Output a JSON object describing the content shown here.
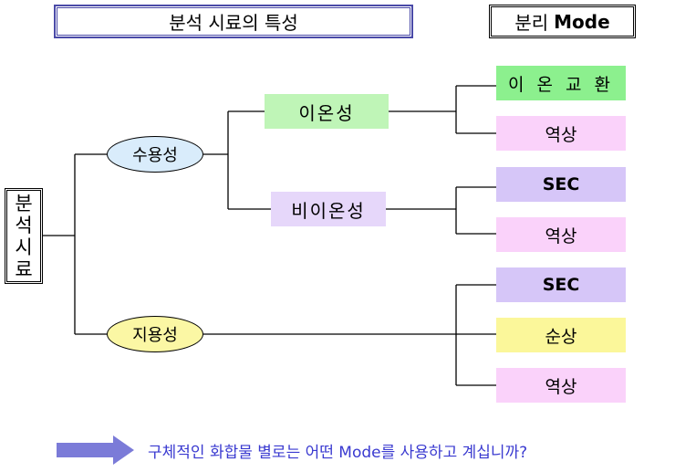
{
  "header": {
    "title": "분석 시료의 특성",
    "mode_prefix": "분리",
    "mode_word": "Mode"
  },
  "root": {
    "chars": [
      "분",
      "석",
      "시",
      "료"
    ]
  },
  "branches": {
    "soluble": "수용성",
    "insoluble": "지용성",
    "ionic": "이온성",
    "nonionic": "비이온성"
  },
  "modes": {
    "ion_exchange": "이 온 교 환",
    "reverse_1": "역상",
    "sec_1": "SEC",
    "reverse_2": "역상",
    "sec_2": "SEC",
    "normal": "순상",
    "reverse_3": "역상"
  },
  "footer": {
    "question": "구체적인 화합물 별로는 어떤 Mode를 사용하고 계십니까?"
  },
  "colors": {
    "ion_exchange": "#8cf08e",
    "reverse": "#fad2fa",
    "sec": "#d6c6f8",
    "normal": "#fbf79a",
    "ionic": "#bff5b7",
    "nonionic": "#e6d7fa",
    "soluble": "#d9ecfb",
    "insoluble": "#fbf7a4",
    "arrow": "#7b7bd8",
    "footer_text": "#3a3ad0"
  }
}
